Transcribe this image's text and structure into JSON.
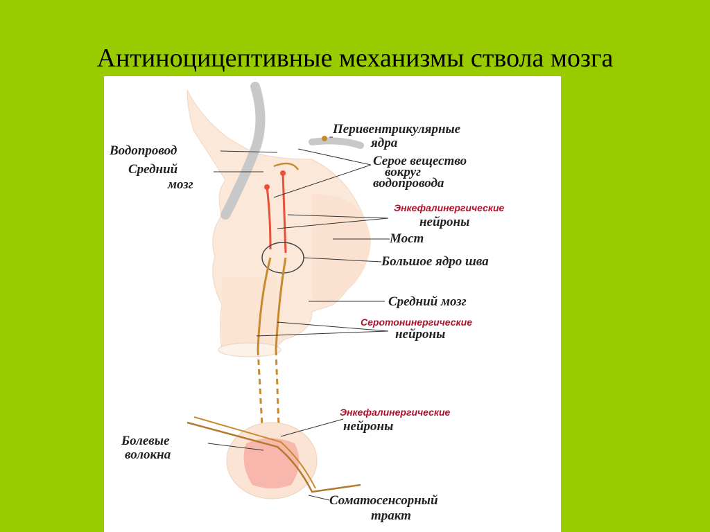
{
  "slide": {
    "title": "Антиноцицептивные механизмы ствола мозга"
  },
  "diagram": {
    "labels": {
      "periventricular_1": "Перивентрикулярные",
      "periventricular_2": "ядра",
      "aqueduct": "Водопровод",
      "midbrain_1": "Средний",
      "midbrain_2": "мозг",
      "gray_1": "Серое вещество",
      "gray_2": "вокруг",
      "gray_3": "водопровода",
      "enk_upper_1": "Энкефалинергические",
      "enk_upper_2": "нейроны",
      "pons": "Мост",
      "raphe": "Большое ядро шва",
      "midbrain_lower": "Средний мозг",
      "sero_1": "Серотонинергические",
      "sero_2": "нейроны",
      "enk_lower_1": "Энкефалинергические",
      "enk_lower_2": "нейроны",
      "pain_1": "Болевые",
      "pain_2": "волокна",
      "soma_1": "Соматосенсорный",
      "soma_2": "тракт"
    },
    "colors": {
      "background": "#99cc00",
      "tissue": "#fbe8d8",
      "gray_matter": "#c8c8c8",
      "neuron_red": "#e8503a",
      "neuron_tan": "#c98a2e",
      "pink": "#f5a8a0",
      "label_red": "#b0102a"
    }
  }
}
